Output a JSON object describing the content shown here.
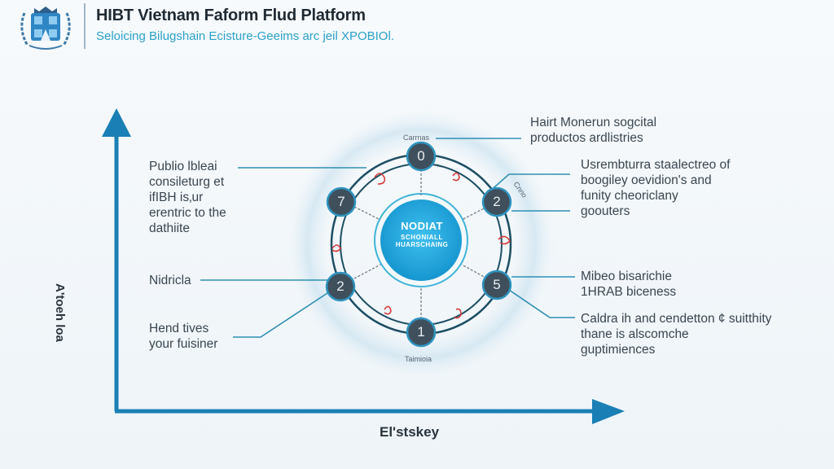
{
  "header": {
    "logo_icon": "crest-laurel-icon",
    "title": "HIBT Vietnam Faform Flud Platform",
    "subtitle": "Seloicing Bilugshain Ecisture-Geeims arc jeil XPOBIOl."
  },
  "colors": {
    "axis": "#1a7fb5",
    "ring": "#1d4e63",
    "node_fill": "#3f505c",
    "hub_fill": "#1fa8dc",
    "connector": "#2e8fb2",
    "accent_red": "#d43a3a",
    "title_text": "#1f2a33",
    "subtitle_text": "#2ba1c9"
  },
  "axes": {
    "x_label": "El'stskey",
    "y_label": "A'toeh loa"
  },
  "hub": {
    "line1": "NODIAT",
    "line2": "SCHONIALL",
    "line3": "HUARSCHAING"
  },
  "nodes": [
    {
      "id": "top",
      "number": "0",
      "caption": "Carrnas"
    },
    {
      "id": "upper-right",
      "number": "2",
      "caption": "Cnno"
    },
    {
      "id": "lower-right",
      "number": "5",
      "caption": ""
    },
    {
      "id": "bottom",
      "number": "1",
      "caption": "Taimioia"
    },
    {
      "id": "lower-left",
      "number": "2",
      "caption": ""
    },
    {
      "id": "upper-left",
      "number": "7",
      "caption": ""
    }
  ],
  "left_labels": [
    {
      "id": "public",
      "lines": [
        "Publio lbleai",
        "consileturg et",
        "ifIBH is‚ur",
        "erentric to the",
        "dathiite"
      ]
    },
    {
      "id": "nidricla",
      "lines": [
        "Nidricla"
      ]
    },
    {
      "id": "hend",
      "lines": [
        "Hend tives",
        "your fuisiner"
      ]
    }
  ],
  "right_labels": [
    {
      "id": "hairt",
      "lines": [
        "Hairt Monerun sogcital",
        "productos ardlistries"
      ]
    },
    {
      "id": "usr",
      "lines": [
        "Usrembturra staalectreo of",
        "boogiley oevidion's and",
        "funity cheoriclany",
        "goouters"
      ]
    },
    {
      "id": "mibeo",
      "lines": [
        "Mibeo bisarichie",
        "1HRAB biceness"
      ]
    },
    {
      "id": "caldra",
      "lines": [
        "Caldra ih and cendetton ¢ suitthity",
        "thane is alscomche",
        "guptimiences"
      ]
    }
  ]
}
